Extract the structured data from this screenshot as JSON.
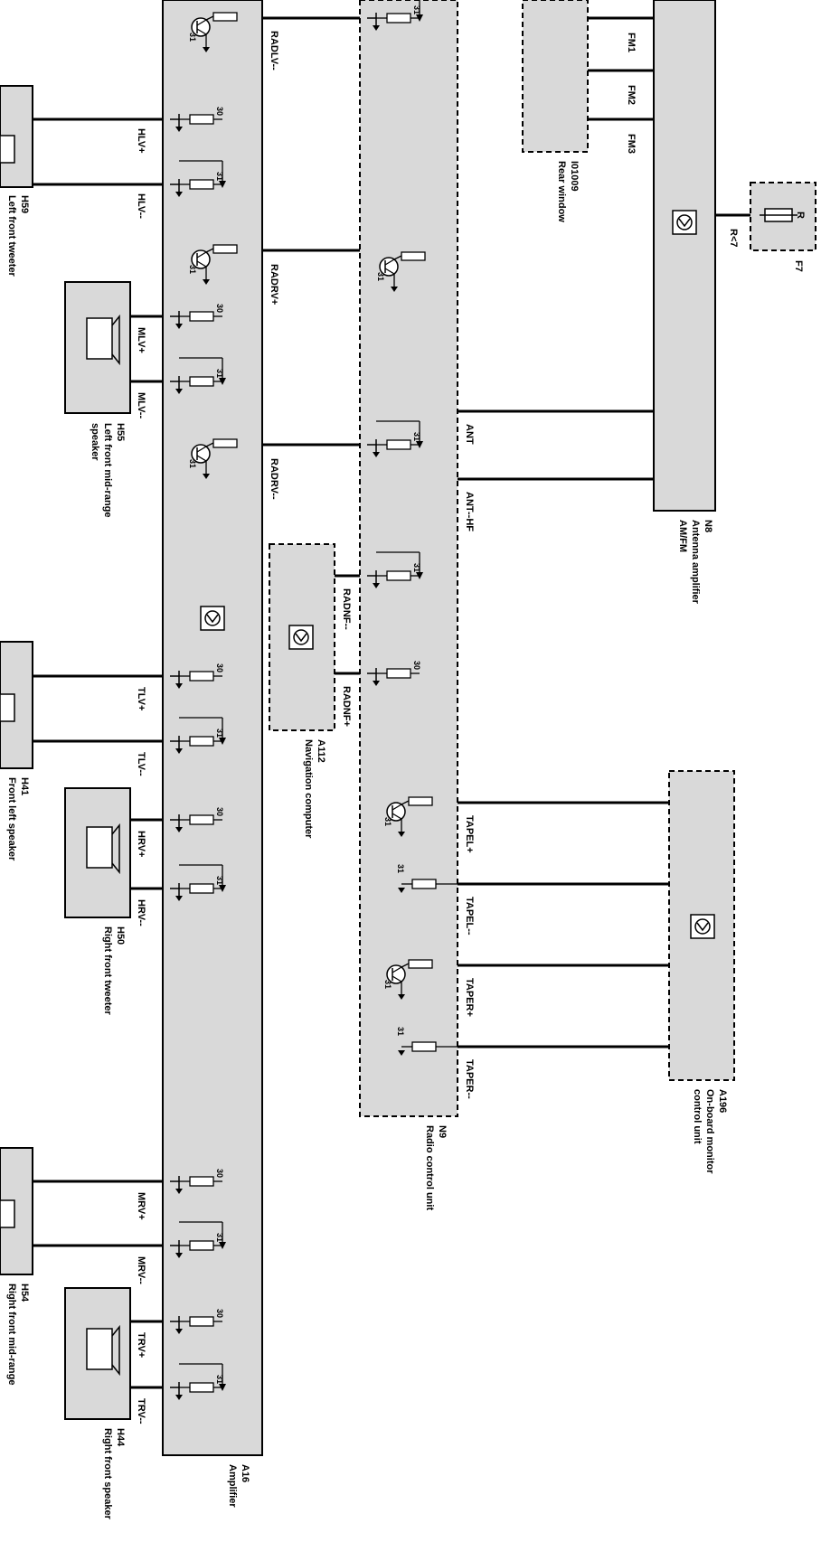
{
  "components": {
    "amplifier": {
      "id": "A16",
      "name": "Amplifier"
    },
    "radio": {
      "id": "N9",
      "name": "Radio control unit"
    },
    "nav": {
      "id": "A112",
      "name": "Navigation computer"
    },
    "antenna_amp": {
      "id": "N8",
      "name_line1": "Antenna amplifier",
      "name_line2": "AM/FM"
    },
    "rear_window": {
      "id": "I01009",
      "name": "Rear window"
    },
    "fuse": {
      "id": "F7",
      "pin": "R",
      "label": "R<7"
    },
    "monitor": {
      "id": "A196",
      "name_line1": "On-board monitor",
      "name_line2": "control unit"
    },
    "h59": {
      "id": "H59",
      "name": "Left front tweeter"
    },
    "h55": {
      "id": "H55",
      "name_line1": "Left front mid-range",
      "name_line2": "speaker"
    },
    "h41": {
      "id": "H41",
      "name": "Front left speaker"
    },
    "h50": {
      "id": "H50",
      "name": "Right front tweeter"
    },
    "h54": {
      "id": "H54",
      "name": "Right front mid-range"
    },
    "h44": {
      "id": "H44",
      "name": "Right front speaker"
    }
  },
  "amp_pins": [
    "HLV+",
    "HLV--",
    "MLV+",
    "MLV--",
    "TLV+",
    "TLV--",
    "HRV+",
    "HRV--",
    "MRV+",
    "MRV--",
    "TRV+",
    "TRV--"
  ],
  "radio_pins": [
    "RADLV--",
    "RADRV+",
    "RADRV--",
    "RADNF--",
    "RADNF+"
  ],
  "ant_pins": [
    "ANT",
    "ANT--HF"
  ],
  "fm_pins": [
    "FM1",
    "FM2",
    "FM3"
  ],
  "tape_pins": [
    "TAPEL+",
    "TAPEL--",
    "TAPER+",
    "TAPER--"
  ],
  "node_labels": {
    "ground": "31",
    "supply": "30"
  },
  "colors": {
    "module_fill": "#d9d9d9",
    "wire": "#000000",
    "background": "#ffffff"
  }
}
